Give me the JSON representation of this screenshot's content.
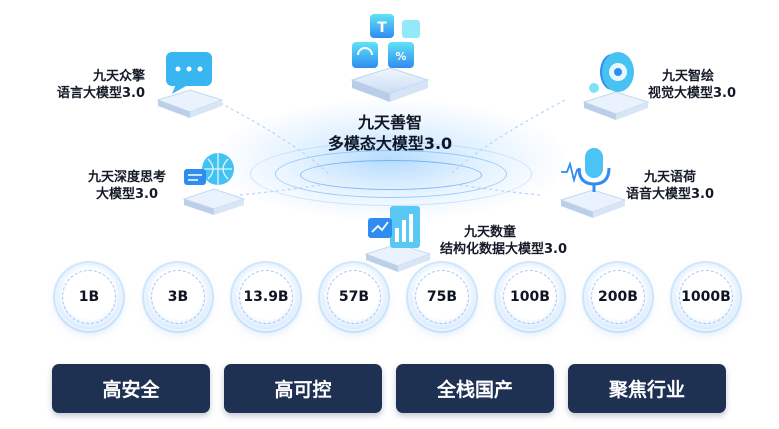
{
  "center": {
    "line1": "九天善智",
    "line2": "多模态大模型3.0"
  },
  "models": [
    {
      "name_line1": "九天众擎",
      "name_line2": "语言大模型3.0"
    },
    {
      "name_line1": "九天深度思考",
      "name_line2": "大模型3.0"
    },
    {
      "name_line1": "九天数童",
      "name_line2": "结构化数据大模型3.0"
    },
    {
      "name_line1": "九天智绘",
      "name_line2": "视觉大模型3.0"
    },
    {
      "name_line1": "九天语荷",
      "name_line2": "语音大模型3.0"
    }
  ],
  "sizes": [
    "1B",
    "3B",
    "13.9B",
    "57B",
    "75B",
    "100B",
    "200B",
    "1000B"
  ],
  "features": [
    "高安全",
    "高可控",
    "全栈国产",
    "聚焦行业"
  ],
  "colors": {
    "accent": "#2f8cf0",
    "cyan": "#2ec8f0",
    "button_bg": "#1f3153",
    "text": "#141a28"
  }
}
